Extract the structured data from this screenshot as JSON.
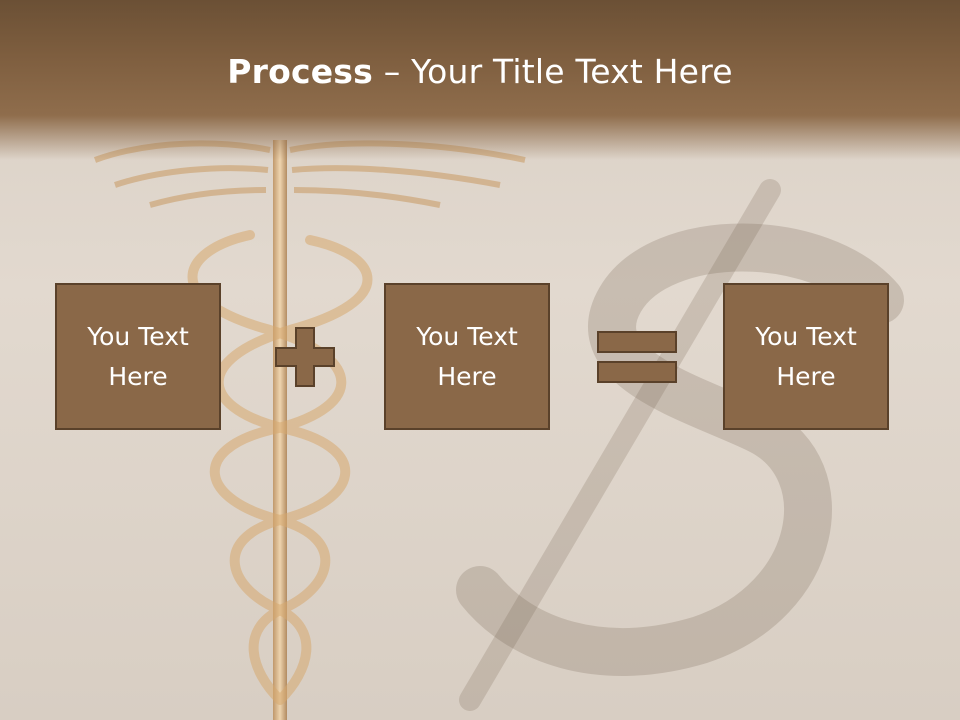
{
  "slide": {
    "title_bold": "Process",
    "title_separator": " – ",
    "title_rest": "Your Title Text Here"
  },
  "boxes": [
    {
      "text": "You Text Here"
    },
    {
      "text": "You Text Here"
    },
    {
      "text": "You Text Here"
    }
  ],
  "operators": {
    "plus": "plus-icon",
    "equals": "equals-icon"
  },
  "colors": {
    "box_fill": "#8a6848",
    "box_border": "#5a412a",
    "title_band": "#7e5e3f",
    "background": "#ddd3c8"
  }
}
